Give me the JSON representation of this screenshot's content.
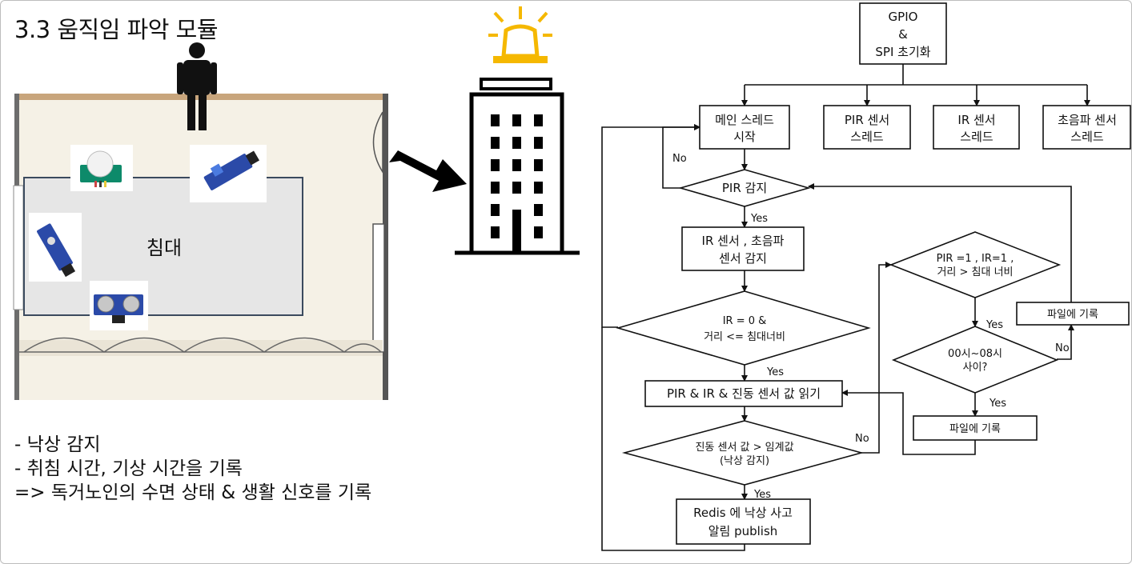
{
  "slide": {
    "title": "3.3 움직임 파악 모듈",
    "bed_label": "침대",
    "bullets": [
      "- 낙상 감지",
      "- 취침 시간, 기상 시간을 기록",
      "=> 독거노인의 수면 상태 & 생활 신호를 기록"
    ]
  },
  "flowchart": {
    "nodes": {
      "init": [
        "GPIO",
        "&",
        "SPI 초기화"
      ],
      "main_thread": [
        "메인 스레드",
        "시작"
      ],
      "pir_thread": [
        "PIR 센서",
        "스레드"
      ],
      "ir_thread": [
        "IR 센서",
        "스레드"
      ],
      "ultra_thread": [
        "초음파 센서",
        "스레드"
      ],
      "pir_detect": [
        "PIR 감지"
      ],
      "ir_ultra_detect": [
        "IR 센서 , 초음파",
        "센서 감지"
      ],
      "ir_cond": [
        "IR = 0 &",
        "거리 <= 침대너비"
      ],
      "read_sensors": [
        "PIR & IR & 진동 센서 값 읽기"
      ],
      "vib_cond": [
        "진동 센서 값 > 임계값",
        "(낙상 감지)"
      ],
      "redis_publish": [
        "Redis 에 낙상 사고",
        "알림 publish"
      ],
      "pir_ir_cond": [
        "PIR =1 , IR=1 ,",
        "거리 > 침대 너비"
      ],
      "time_cond": [
        "00시~08시",
        "사이?"
      ],
      "file_log_1": [
        "파일에 기록"
      ],
      "file_log_2": [
        "파일에 기록"
      ]
    },
    "edge_labels": {
      "no_pir": "No",
      "yes_pir": "Yes",
      "yes_ir": "Yes",
      "no_vib": "No",
      "yes_vib": "Yes",
      "yes_pirir": "Yes",
      "no_time": "No",
      "yes_time": "Yes"
    }
  },
  "colors": {
    "siren": "#f5b800",
    "floor": "#f5f1e6",
    "wall": "#c8a57c",
    "bed": "#e6e6e6",
    "bed_border": "#3b4a5e",
    "sensor_board": "#2b4aa8"
  },
  "icons": [
    "person-icon",
    "siren-icon",
    "building-icon",
    "arrow-icon",
    "pir-sensor-icon",
    "ir-sensor-icon",
    "ultrasonic-sensor-icon"
  ]
}
